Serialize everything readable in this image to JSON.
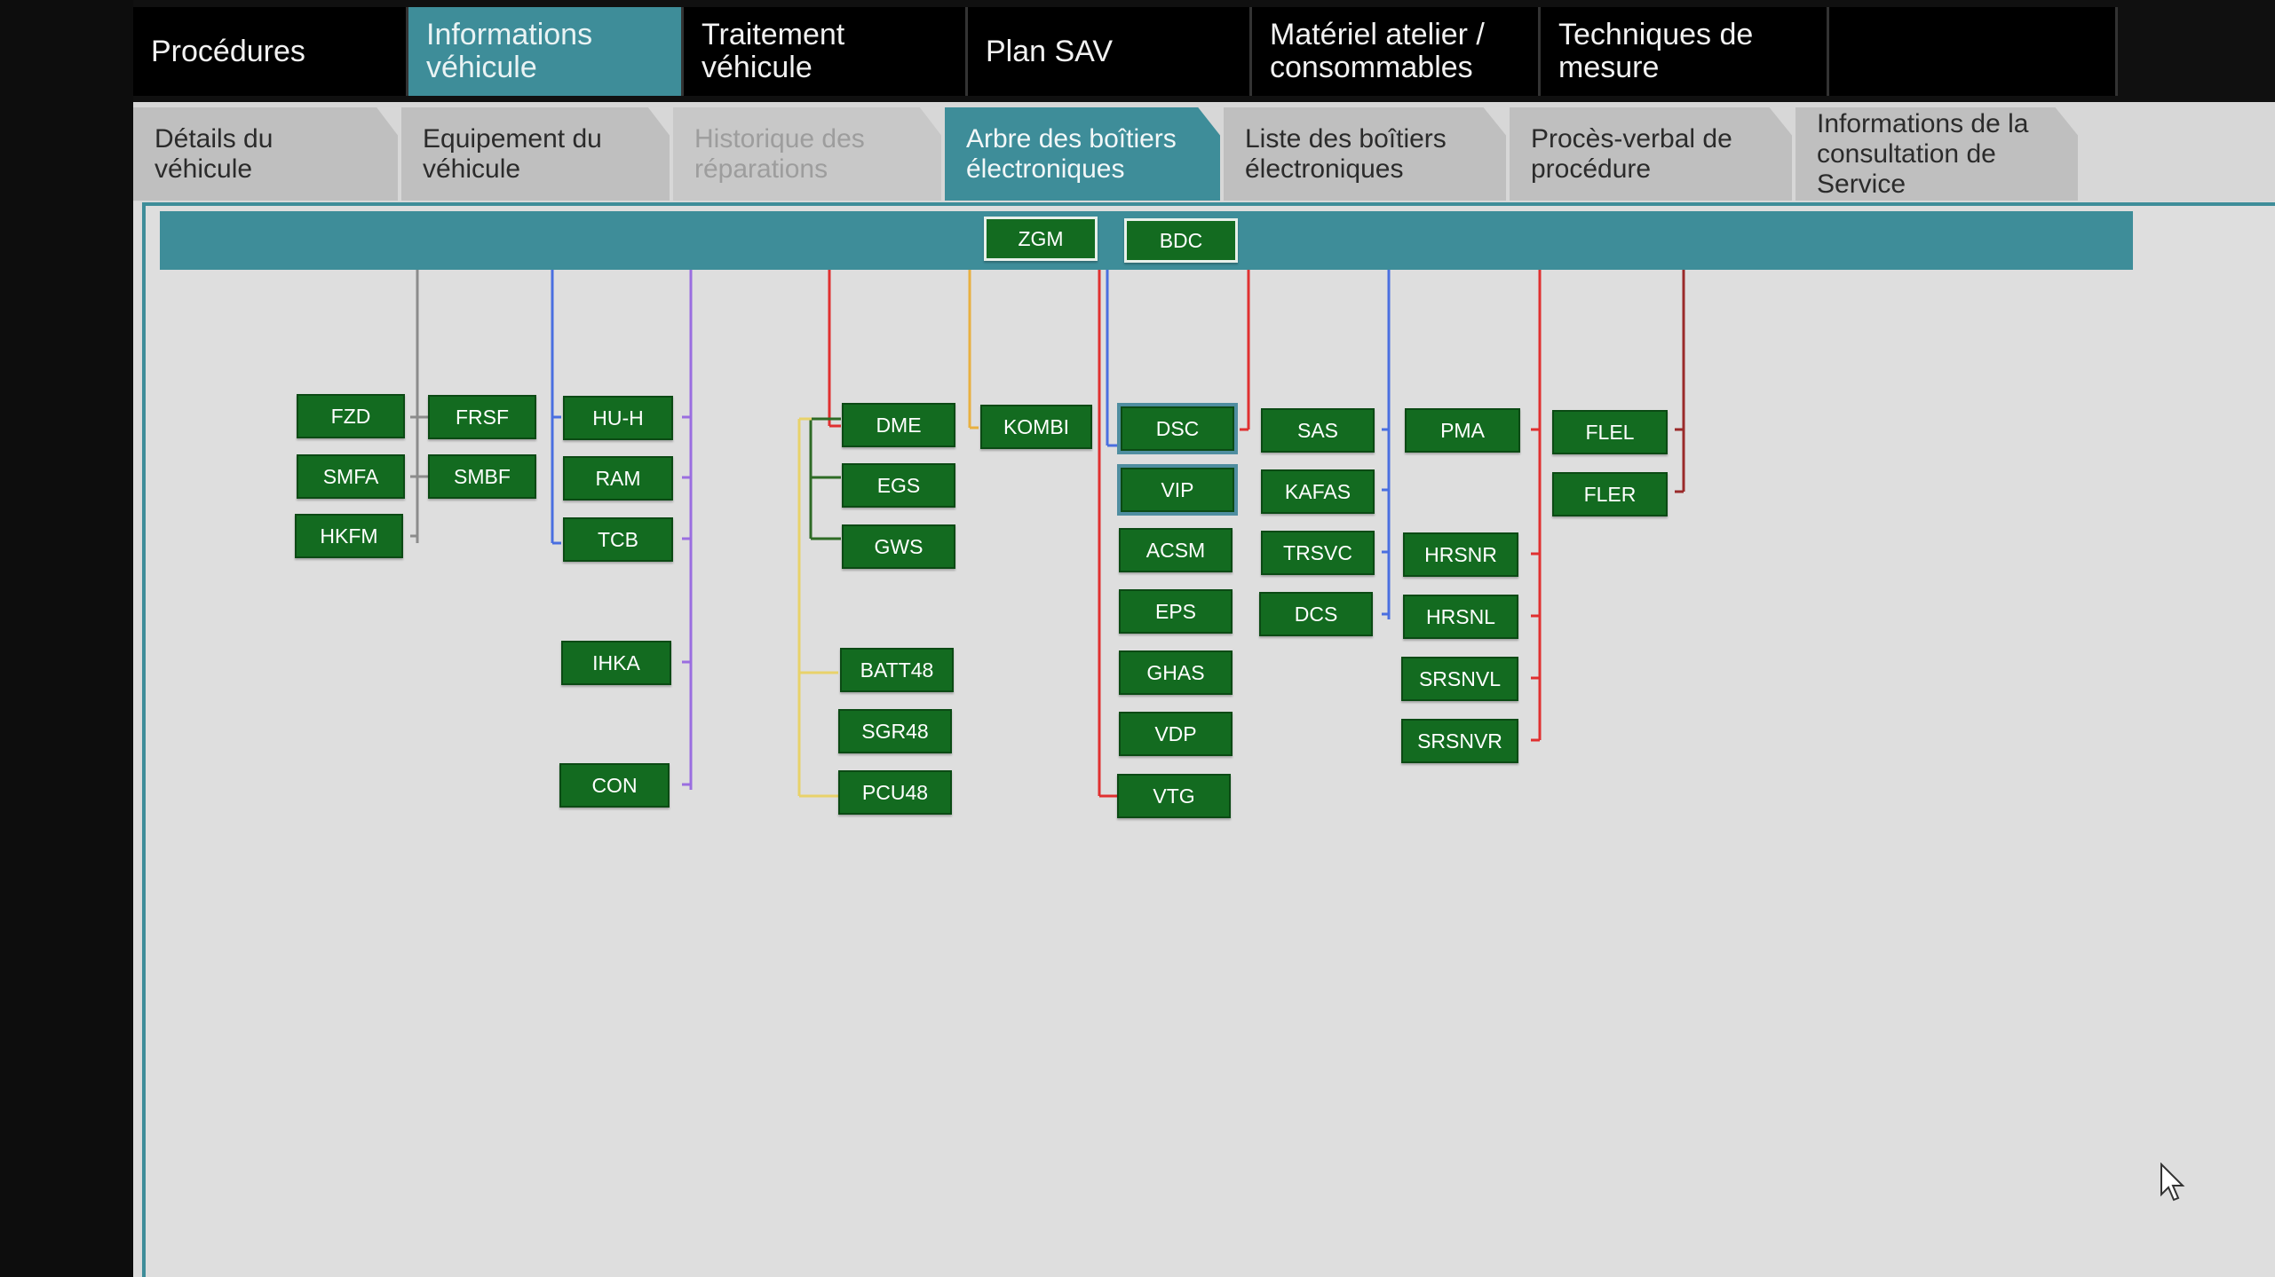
{
  "main_tabs": [
    {
      "label": "Procédures",
      "active": false
    },
    {
      "label": "Informations véhicule",
      "active": true
    },
    {
      "label": "Traitement véhicule",
      "active": false
    },
    {
      "label": "Plan SAV",
      "active": false
    },
    {
      "label": "Matériel atelier / consommables",
      "active": false
    },
    {
      "label": "Techniques de mesure",
      "active": false
    },
    {
      "label": "",
      "active": false
    }
  ],
  "sub_tabs": [
    {
      "label": "Détails du véhicule",
      "state": "normal"
    },
    {
      "label": "Equipement du véhicule",
      "state": "normal"
    },
    {
      "label": "Historique des réparations",
      "state": "disabled"
    },
    {
      "label": "Arbre des boîtiers électroniques",
      "state": "active"
    },
    {
      "label": "Liste des boîtiers électroniques",
      "state": "normal"
    },
    {
      "label": "Procès-verbal de procédure",
      "state": "normal"
    },
    {
      "label": "Informations de la consultation de Service",
      "state": "normal"
    }
  ],
  "gateways": [
    "ZGM",
    "BDC"
  ],
  "ecus": {
    "col1": [
      "FZD",
      "SMFA",
      "HKFM"
    ],
    "col2": [
      "FRSF",
      "SMBF"
    ],
    "col3": [
      "HU-H",
      "RAM",
      "TCB",
      "IHKA",
      "CON"
    ],
    "col4": [
      "DME",
      "EGS",
      "GWS",
      "BATT48",
      "SGR48",
      "PCU48"
    ],
    "col5": [
      "KOMBI"
    ],
    "col6": [
      "DSC",
      "VIP",
      "ACSM",
      "EPS",
      "GHAS",
      "VDP",
      "VTG"
    ],
    "col7": [
      "SAS",
      "KAFAS",
      "TRSVC",
      "DCS"
    ],
    "col8": [
      "PMA",
      "HRSNR",
      "HRSNL",
      "SRSNVL",
      "SRSNVR"
    ],
    "col9": [
      "FLEL",
      "FLER"
    ]
  },
  "colors": {
    "accent": "#3e8d99",
    "ecu_green": "#136b20",
    "bus_grey": "#8c8c8c",
    "bus_blue": "#4a6fe0",
    "bus_purple": "#9a6ee0",
    "bus_red": "#e03030",
    "bus_orange": "#e8b040",
    "bus_yellow": "#e8d26a",
    "bus_green": "#2e6b25",
    "bus_darkred": "#9a2a2a"
  }
}
